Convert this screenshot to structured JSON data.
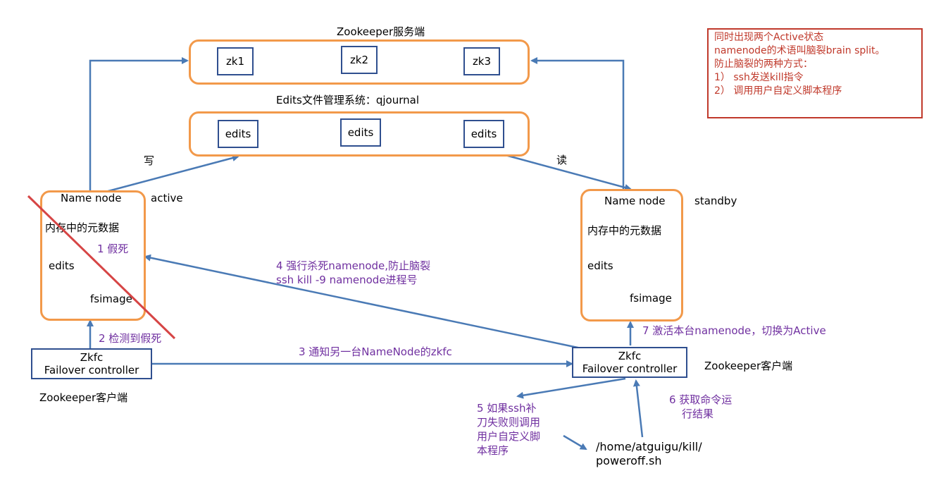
{
  "zookeeper_server": {
    "title": "Zookeeper服务端",
    "nodes": [
      "zk1",
      "zk2",
      "zk3"
    ]
  },
  "edits_system": {
    "title": "Edits文件管理系统：qjournal",
    "nodes": [
      "edits",
      "edits",
      "edits"
    ]
  },
  "labels": {
    "write": "写",
    "read": "读",
    "active": "active",
    "standby": "standby"
  },
  "active_namenode": {
    "title": "Name node",
    "memory": "内存中的元数据",
    "edits": "edits",
    "fsimage": "fsimage",
    "fake_death": "1 假死"
  },
  "standby_namenode": {
    "title": "Name node",
    "memory": "内存中的元数据",
    "edits": "edits",
    "fsimage": "fsimage"
  },
  "left_zkfc": {
    "line1": "Zkfc",
    "line2": "Failover controller",
    "client_label": "Zookeeper客户端"
  },
  "right_zkfc": {
    "line1": "Zkfc",
    "line2": "Failover controller",
    "client_label": "Zookeeper客户端"
  },
  "steps": {
    "step2": "2 检测到假死",
    "step3": "3 通知另一台NameNode的zkfc",
    "step4_line1": "4 强行杀死namenode,防止脑裂",
    "step4_line2": "ssh kill -9 namenode进程号",
    "step5_lines": [
      "5 如果ssh补",
      "刀失败则调用",
      "用户自定义脚",
      "本程序"
    ],
    "step6_lines": [
      "6 获取命令运",
      "行结果"
    ],
    "step7": "7 激活本台namenode，切换为Active"
  },
  "script_path": {
    "line1": "/home/atguigu/kill/",
    "line2": "poweroff.sh"
  },
  "note": {
    "lines": [
      "同时出现两个Active状态",
      "namenode的术语叫脑裂brain split。",
      "防止脑裂的两种方式：",
      "1） ssh发送kill指令",
      "2） 调用用户自定义脚本程序"
    ]
  },
  "colors": {
    "orange": "#f2994a",
    "blue": "#4a7ab5",
    "purple": "#7030a0",
    "red": "#c0392b",
    "box_border": "#2f4f8f"
  }
}
